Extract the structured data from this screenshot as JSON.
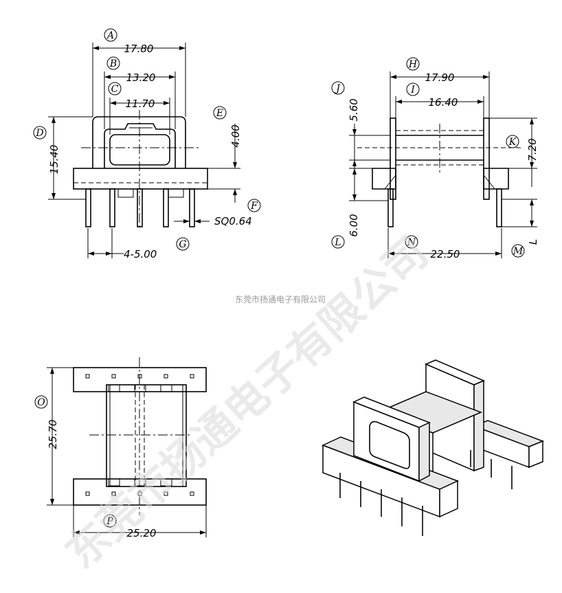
{
  "caption": "东莞市扬通电子有限公司",
  "watermark": "东莞市扬通电子有限公司",
  "front_view": {
    "A": {
      "tag": "A",
      "value": "17.80"
    },
    "B": {
      "tag": "B",
      "value": "13.20"
    },
    "C": {
      "tag": "C",
      "value": "11.70"
    },
    "D": {
      "tag": "D",
      "value": "15.40"
    },
    "E": {
      "tag": "E",
      "value": "4.00"
    },
    "F": {
      "tag": "F",
      "value": "SQ0.64"
    },
    "G": {
      "tag": "G",
      "value": "4-5.00"
    }
  },
  "side_view": {
    "H": {
      "tag": "H",
      "value": "17.90"
    },
    "I": {
      "tag": "I",
      "value": "16.40"
    },
    "J": {
      "tag": "J",
      "value": "5.60"
    },
    "K": {
      "tag": "K",
      "value": "7.20"
    },
    "L": {
      "tag": "L",
      "value": "6.00"
    },
    "M": {
      "tag": "M",
      "value": "L"
    },
    "N": {
      "tag": "N",
      "value": "22.50"
    }
  },
  "top_view": {
    "O": {
      "tag": "O",
      "value": "25.70"
    },
    "P": {
      "tag": "P",
      "value": "25.20"
    }
  }
}
